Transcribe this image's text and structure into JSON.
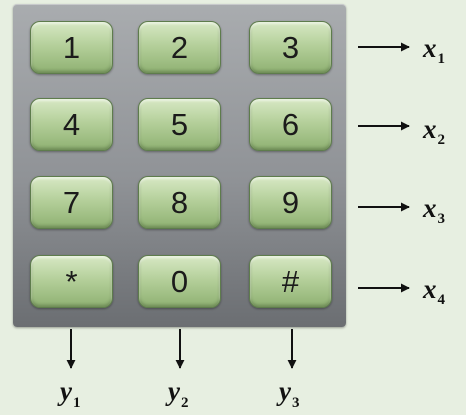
{
  "keypad": {
    "rows": [
      [
        "1",
        "2",
        "3"
      ],
      [
        "4",
        "5",
        "6"
      ],
      [
        "7",
        "8",
        "9"
      ],
      [
        "*",
        "0",
        "#"
      ]
    ]
  },
  "row_outputs": [
    {
      "var": "x",
      "sub": "1"
    },
    {
      "var": "x",
      "sub": "2"
    },
    {
      "var": "x",
      "sub": "3"
    },
    {
      "var": "x",
      "sub": "4"
    }
  ],
  "column_outputs": [
    {
      "var": "y",
      "sub": "1"
    },
    {
      "var": "y",
      "sub": "2"
    },
    {
      "var": "y",
      "sub": "3"
    }
  ],
  "colors": {
    "background": "#e7efe1",
    "key_fill": "#b5d09b",
    "frame": "#8f9296",
    "ink": "#111111"
  }
}
